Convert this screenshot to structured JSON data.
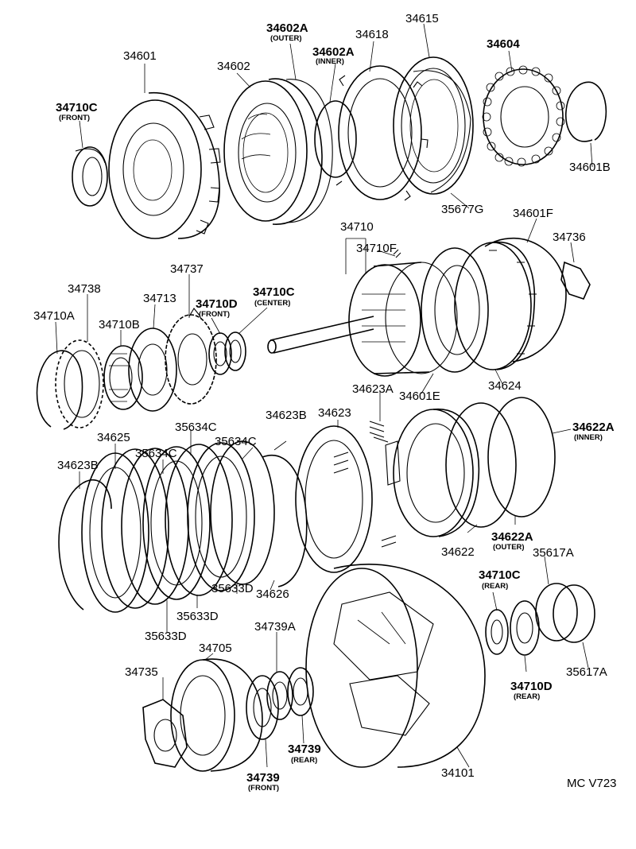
{
  "labels": {
    "p34601": "34601",
    "p34602": "34602",
    "p34602a_outer": "34602A",
    "p34602a_outer_sub": "(OUTER)",
    "p34602a_inner": "34602A",
    "p34602a_inner_sub": "(INNER)",
    "p34618": "34618",
    "p34615": "34615",
    "p34604": "34604",
    "p34710c_front": "34710C",
    "p34710c_front_sub": "(FRONT)",
    "p34601b": "34601B",
    "p35677g": "35677G",
    "p34601f": "34601F",
    "p34736": "34736",
    "p34710": "34710",
    "p34710f": "34710F",
    "p34737": "34737",
    "p34738": "34738",
    "p34713": "34713",
    "p34710d_front": "34710D",
    "p34710d_front_sub": "(FRONT)",
    "p34710c_center": "34710C",
    "p34710c_center_sub": "(CENTER)",
    "p34710a": "34710A",
    "p34710b": "34710B",
    "p34623a": "34623A",
    "p34601e": "34601E",
    "p34624": "34624",
    "p34622a_inner": "34622A",
    "p34622a_inner_sub": "(INNER)",
    "p34625": "34625",
    "p35634c_1": "35634C",
    "p35634c_2": "35634C",
    "p35634c_3": "35634C",
    "p34623b_top": "34623B",
    "p34623": "34623",
    "p34623b_left": "34623B",
    "p34622": "34622",
    "p34622a_outer": "34622A",
    "p34622a_outer_sub": "(OUTER)",
    "p35617a_top": "35617A",
    "p34710c_rear": "34710C",
    "p34710c_rear_sub": "(REAR)",
    "p34626": "34626",
    "p35633d_1": "35633D",
    "p35633d_2": "35633D",
    "p35633d_3": "35633D",
    "p34739a": "34739A",
    "p34705": "34705",
    "p34735": "34735",
    "p34710d_rear": "34710D",
    "p34710d_rear_sub": "(REAR)",
    "p35617a_bottom": "35617A",
    "p34739_rear": "34739",
    "p34739_rear_sub": "(REAR)",
    "p34739_front": "34739",
    "p34739_front_sub": "(FRONT)",
    "p34101": "34101",
    "code": "MC V723"
  }
}
